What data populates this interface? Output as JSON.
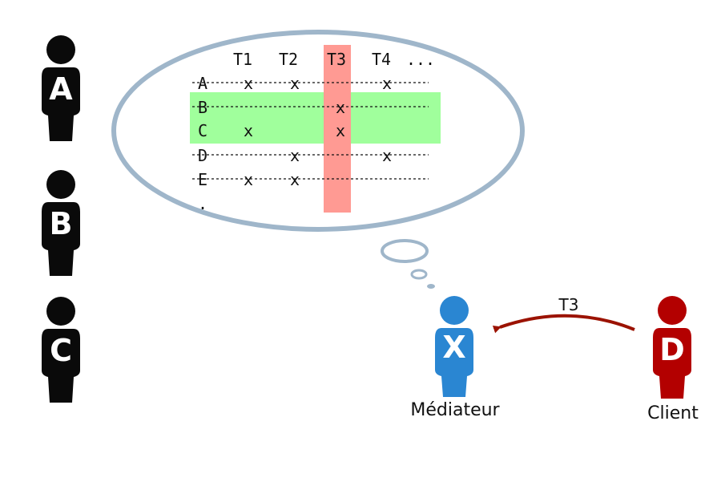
{
  "people": {
    "a": {
      "letter": "A"
    },
    "b": {
      "letter": "B"
    },
    "c": {
      "letter": "C"
    },
    "mediator": {
      "letter": "X",
      "caption": "Médiateur",
      "color": "#2a86d2"
    },
    "client": {
      "letter": "D",
      "caption": "Client",
      "color": "#b30000"
    }
  },
  "table": {
    "columns": [
      "T1",
      "T2",
      "T3",
      "T4"
    ],
    "more": "...",
    "rows": [
      {
        "label": "A",
        "cells": [
          "x",
          "x",
          "",
          "x"
        ],
        "dashed": true
      },
      {
        "label": "B",
        "cells": [
          "",
          "",
          "x",
          ""
        ],
        "dashed": true
      },
      {
        "label": "C",
        "cells": [
          "x",
          "",
          "x",
          ""
        ],
        "dashed": false
      },
      {
        "label": "D",
        "cells": [
          "",
          "x",
          "",
          "x"
        ],
        "dashed": true
      },
      {
        "label": "E",
        "cells": [
          "x",
          "x",
          "",
          ""
        ],
        "dashed": true
      }
    ],
    "ellipsis": ".",
    "highlight_column": "T3",
    "highlight_rows": [
      "B",
      "C"
    ]
  },
  "request": {
    "label": "T3"
  },
  "colors": {
    "person_dark": "#0a0a0a",
    "bubble_stroke": "#9fb6ca",
    "column_highlight": "#ff9a93",
    "row_highlight": "#a0ff9c",
    "arrow": "#9b1200"
  }
}
